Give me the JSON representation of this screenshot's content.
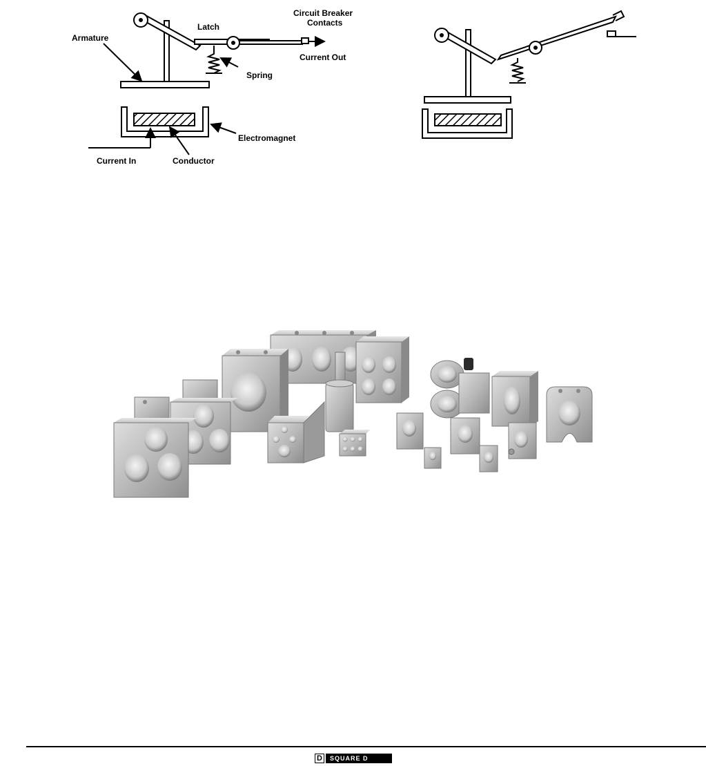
{
  "figure_top_left": {
    "labels": {
      "armature": "Armature",
      "latch": "Latch",
      "circuit_breaker_contacts_line1": "Circuit Breaker",
      "circuit_breaker_contacts_line2": "Contacts",
      "current_out": "Current Out",
      "spring": "Spring",
      "electromagnet": "Electromagnet",
      "current_in": "Current In",
      "conductor": "Conductor"
    }
  },
  "figure_top_right": {},
  "figure_photo": {},
  "footer": {
    "brand_mark": "D",
    "brand_name": "SQUARE D"
  },
  "colors": {
    "line": "#000000",
    "metal_light": "#cfcfcf",
    "metal_mid": "#a8a8a8",
    "metal_dark": "#6e6e6e",
    "hole": "#e6e6e6"
  }
}
